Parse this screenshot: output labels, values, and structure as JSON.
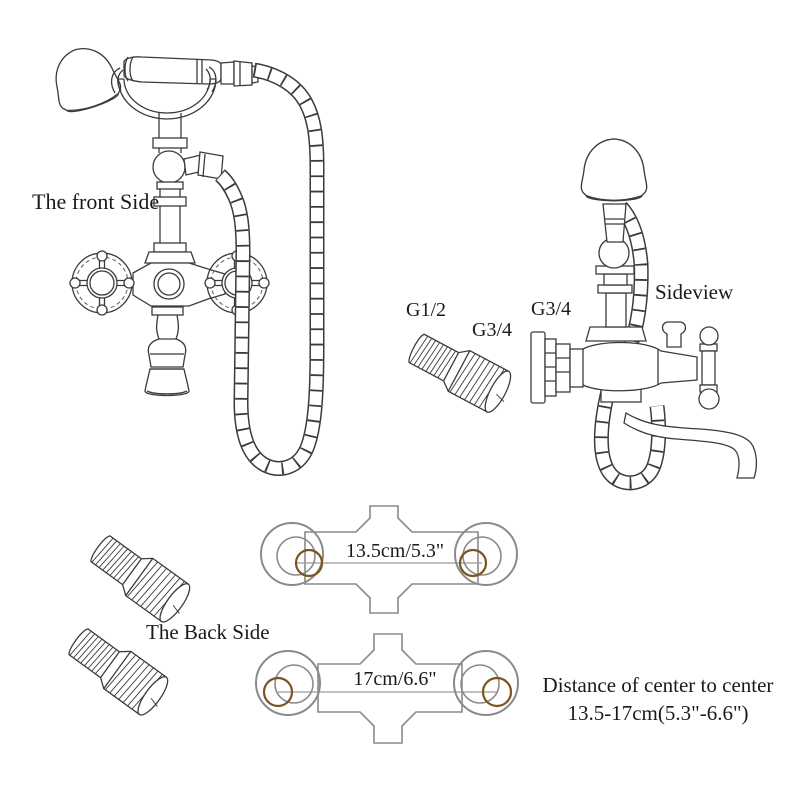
{
  "labels": {
    "front_view": "The front Side",
    "side_view": "Sideview",
    "back_view": "The Back Side",
    "thread_small": "G1/2",
    "thread_large_adapter": "G3/4",
    "thread_wall": "G3/4",
    "distance_title": "Distance of center to center",
    "distance_range": "13.5-17cm(5.3\"-6.6\")"
  },
  "measurements": {
    "min_spacing": "13.5cm/5.3\"",
    "max_spacing": "17cm/6.6\""
  },
  "colors": {
    "line": "#3b3b3b",
    "plate_gray": "#8a8a8a",
    "accent_brown": "#7a551d",
    "dimension_line": "#9a9a9a"
  }
}
